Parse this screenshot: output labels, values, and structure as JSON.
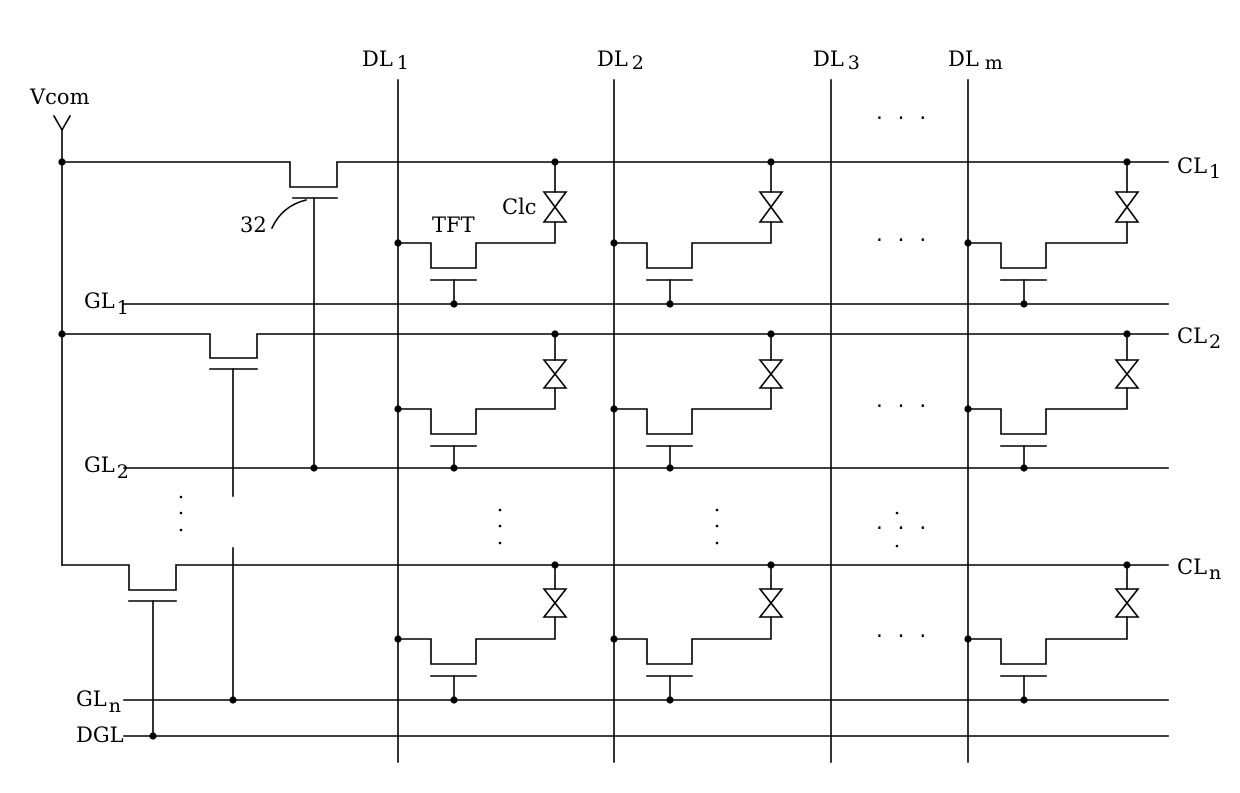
{
  "labels": {
    "vcom": "Vcom",
    "ref_32": "32",
    "tft": "TFT",
    "clc": "Clc",
    "dgl": "DGL"
  },
  "data_lines": [
    {
      "base": "DL",
      "sub": "1"
    },
    {
      "base": "DL",
      "sub": "2"
    },
    {
      "base": "DL",
      "sub": "3"
    },
    {
      "base": "DL",
      "sub": "m"
    }
  ],
  "gate_lines": [
    {
      "base": "GL",
      "sub": "1"
    },
    {
      "base": "GL",
      "sub": "2"
    },
    {
      "base": "GL",
      "sub": "n"
    }
  ],
  "common_lines": [
    {
      "base": "CL",
      "sub": "1"
    },
    {
      "base": "CL",
      "sub": "2"
    },
    {
      "base": "CL",
      "sub": "n"
    }
  ],
  "ellipsis": {
    "horizontal": "· · ·",
    "vertical": "·"
  }
}
